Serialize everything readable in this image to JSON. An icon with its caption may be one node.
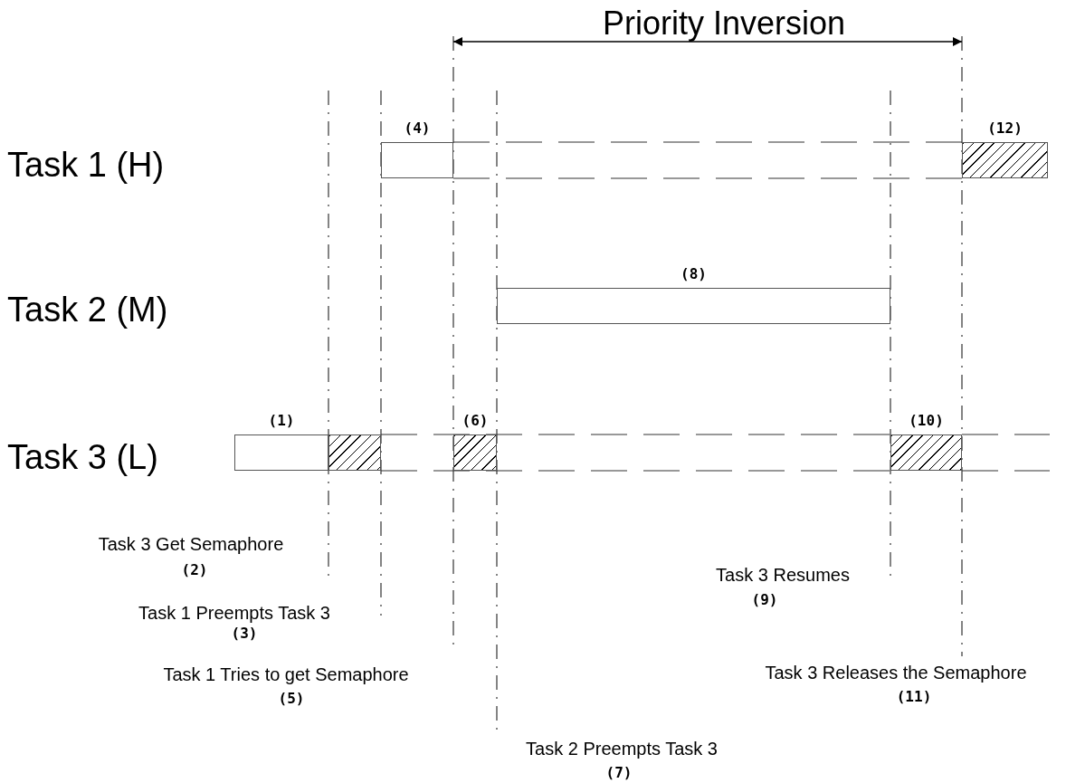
{
  "diagram": {
    "nodes": [
      {
        "text": [
          "(1)"
        ]
      },
      {
        "text": [],
        "shape": "bar"
      },
      {
        "text": [
          "(4)"
        ]
      },
      {
        "text": [
          "(6)"
        ]
      },
      {
        "text": [
          "(8)"
        ]
      },
      {
        "text": [
          "(10)"
        ]
      },
      {
        "text": [
          "(12)"
        ]
      }
    ],
    "labels": [
      "Priority Inversion",
      "Task 1 (H)",
      "Task 2 (M)",
      "Task 3 (L)",
      "Task 3 Get Semaphore",
      "(2)",
      "Task 3 Resumes",
      "(9)",
      "Task 1 Preempts Task 3",
      "(3)",
      "Task 1 Tries to get Semaphore",
      "(5)",
      "Task 3 Releases the Semaphore",
      "(11)",
      "Task 2 Preempts Task 3",
      "(7)"
    ]
  }
}
